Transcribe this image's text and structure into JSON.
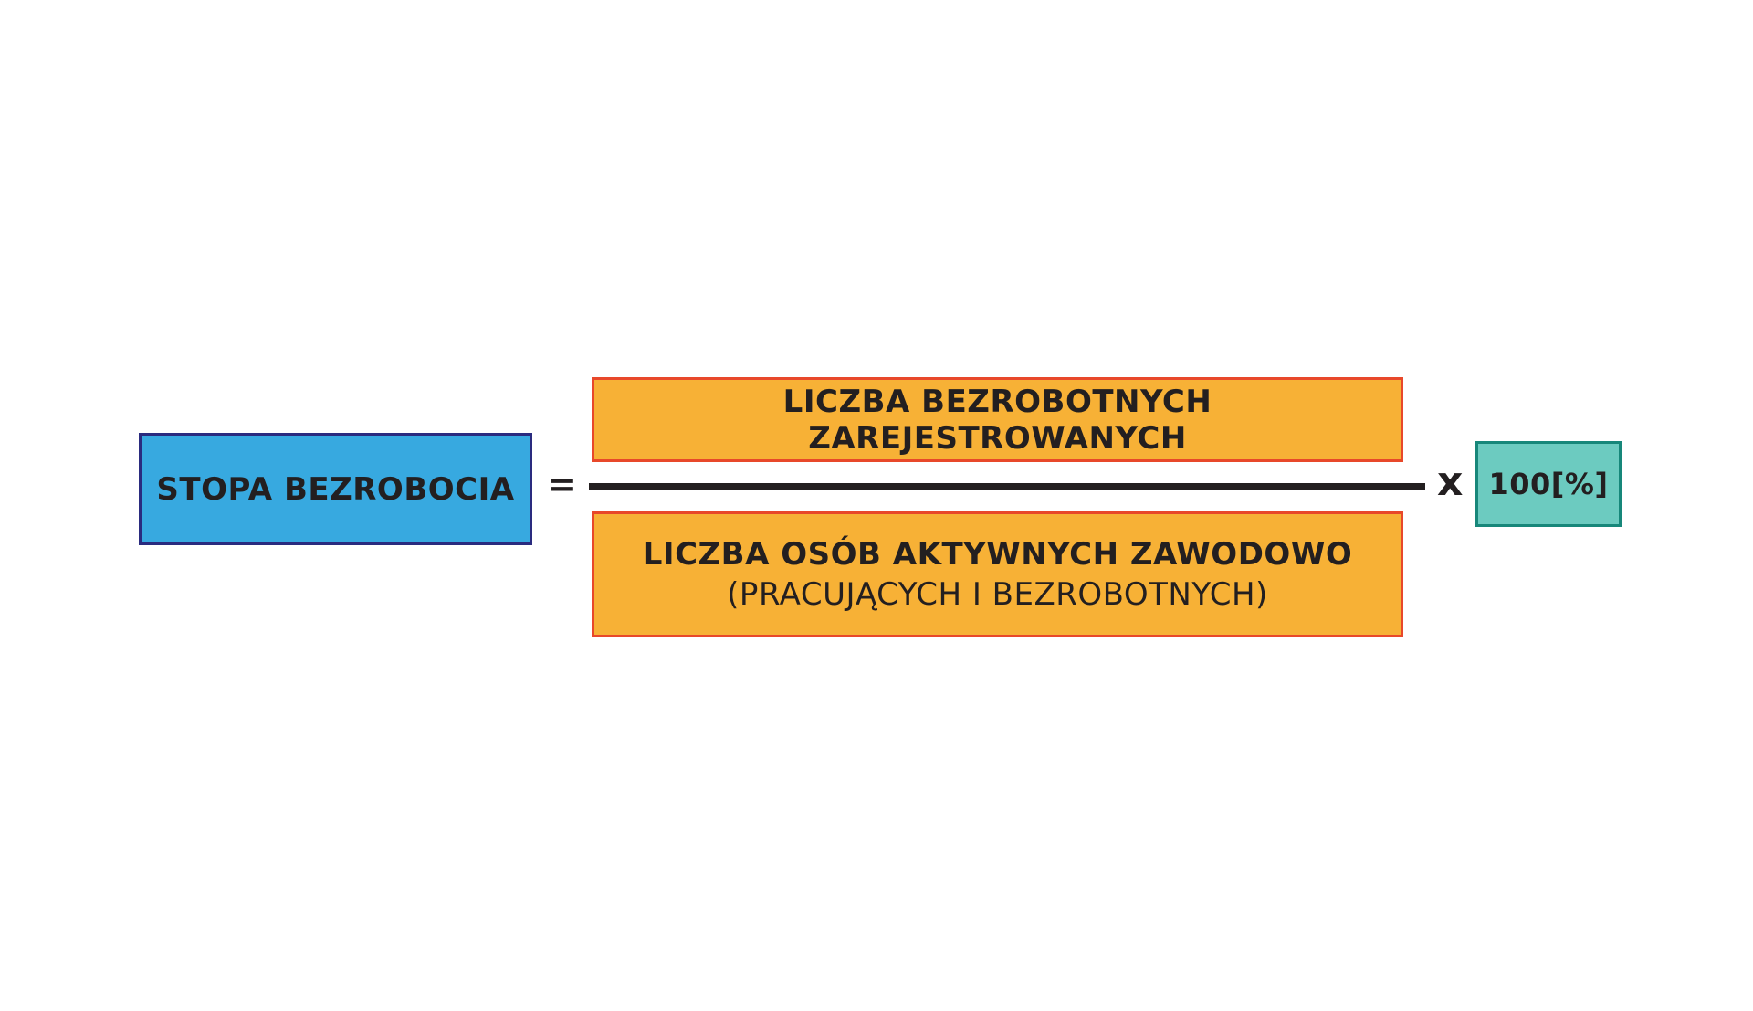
{
  "formula": {
    "lhs": "STOPA BEZROBOCIA",
    "equals": "=",
    "numerator": "LICZBA BEZROBOTNYCH ZAREJESTROWANYCH",
    "denominator_line1": "LICZBA OSÓB AKTYWNYCH ZAWODOWO",
    "denominator_line2": "(PRACUJĄCYCH I BEZROBOTNYCH)",
    "times": "x",
    "multiplier": "100[%]"
  },
  "colors": {
    "lhs_fill": "#37a9e0",
    "lhs_border": "#2a2b7f",
    "fraction_fill": "#f7b136",
    "fraction_border": "#e8482a",
    "multiplier_fill": "#6ccbc0",
    "multiplier_border": "#17877a",
    "text": "#231f20"
  }
}
